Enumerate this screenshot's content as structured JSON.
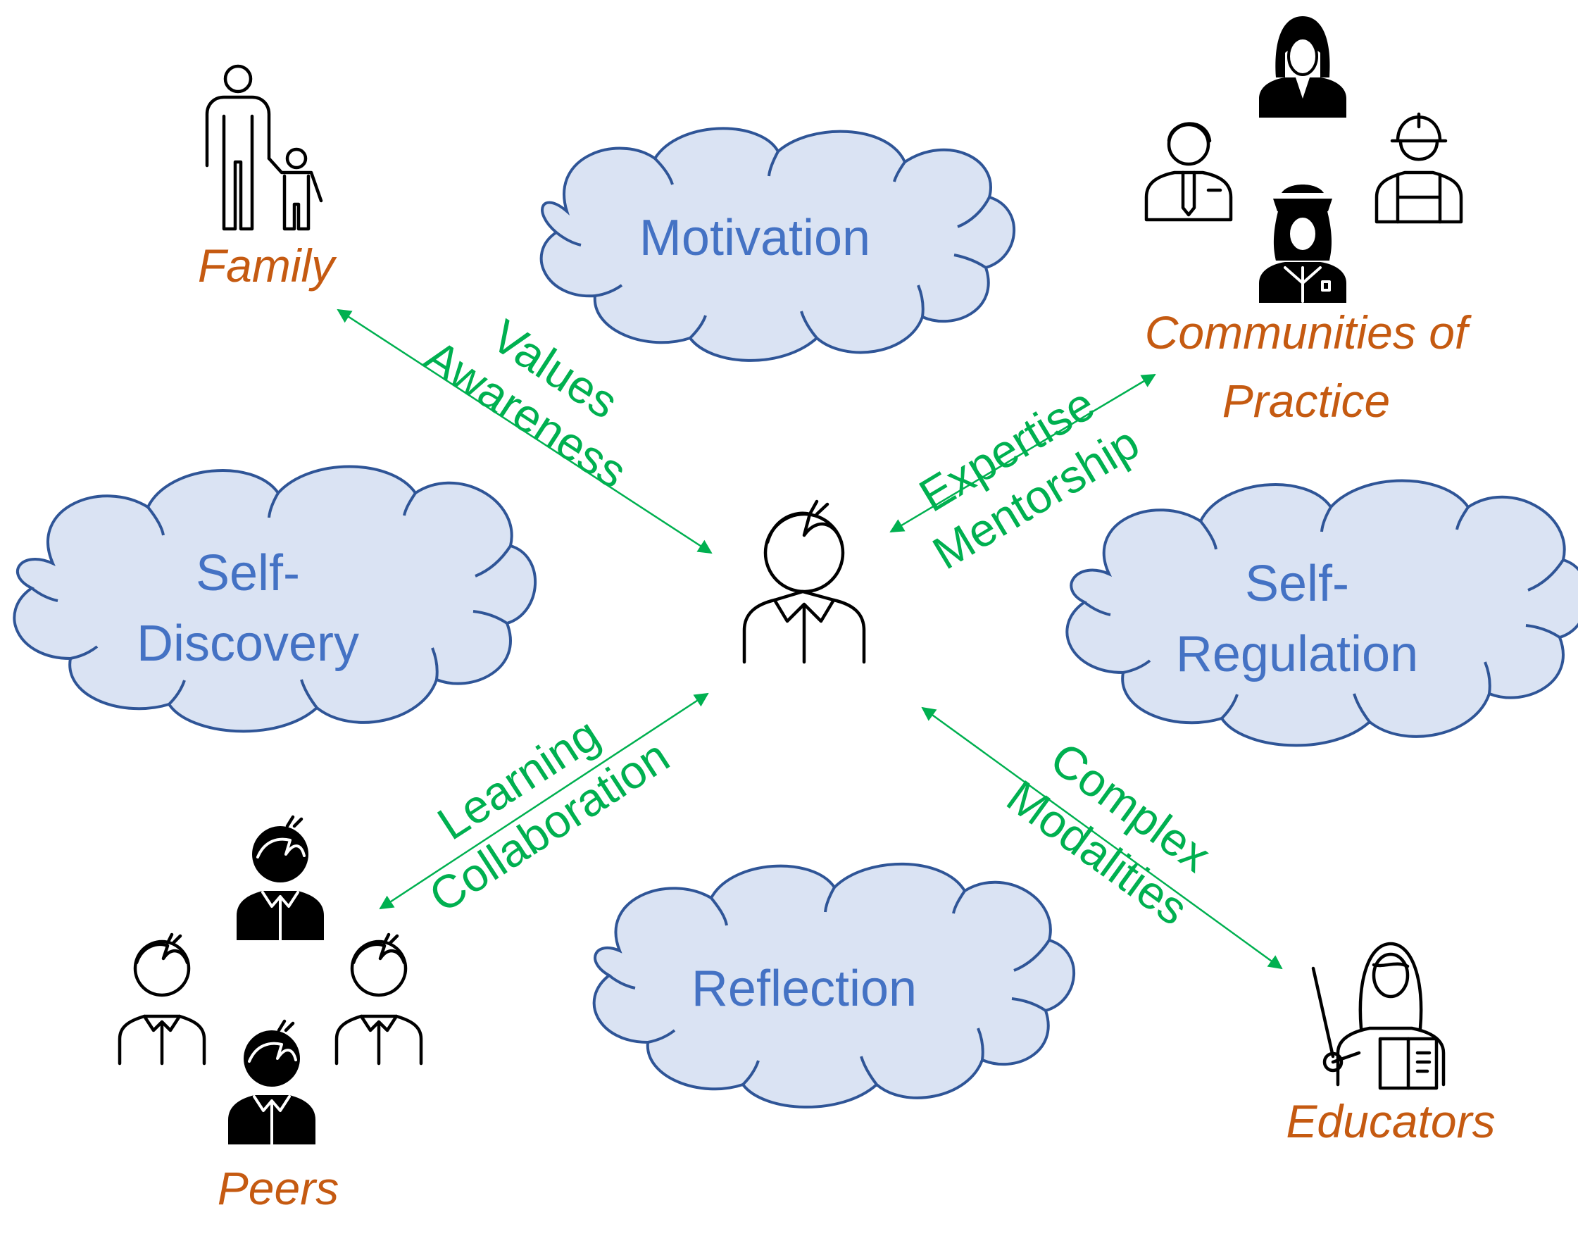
{
  "concepts": {
    "motivation": "Motivation",
    "self_discovery": [
      "Self-",
      "Discovery"
    ],
    "self_regulation": [
      "Self-",
      "Regulation"
    ],
    "reflection": "Reflection"
  },
  "actors": {
    "family": "Family",
    "communities": [
      "Communities of",
      "Practice"
    ],
    "peers": "Peers",
    "educators": "Educators"
  },
  "relations": {
    "family": [
      "Values",
      "Awareness"
    ],
    "communities": [
      "Expertise",
      "Mentorship"
    ],
    "peers": [
      "Learning",
      "Collaboration"
    ],
    "educators": [
      "Complex",
      "Modalities"
    ]
  },
  "icons": {
    "learner": "learner-icon",
    "family": "parent-child-icon",
    "communities": [
      "businessman-icon",
      "businesswoman-icon",
      "construction-worker-icon",
      "police-officer-icon"
    ],
    "peers": [
      "student-icon",
      "student-icon",
      "student-icon",
      "student-icon"
    ],
    "educators": "teacher-icon"
  },
  "colors": {
    "concept_text": "#4472c4",
    "concept_fill": "#dae3f3",
    "concept_border": "#2f5597",
    "actor_text": "#c55a11",
    "relation_text": "#00b050"
  }
}
